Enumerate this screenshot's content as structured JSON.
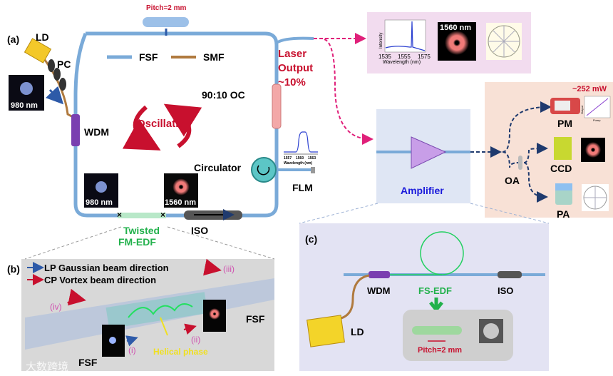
{
  "panel_a": {
    "label": "(a)",
    "ld": "LD",
    "pc": "PC",
    "pump_mode": "980 nm",
    "pitch": "Pitch=2 mm",
    "legend": {
      "fsf": "FSF",
      "smf": "SMF"
    },
    "oscillation": "Oscillation",
    "wdm": "WDM",
    "oc": "90:10 OC",
    "laser_output": [
      "Laser",
      "Output",
      "~10%"
    ],
    "circulator": "Circulator",
    "flm": "FLM",
    "flm_spectrum": {
      "ticks": [
        "1557",
        "1560",
        "1563"
      ],
      "xlabel": "Wavelength (nm)"
    },
    "mode_980": "980 nm",
    "mode_1560": "1560 nm",
    "edf": [
      "Twisted",
      "FM-EDF"
    ],
    "iso": "ISO"
  },
  "output_box": {
    "spectrum": {
      "ylabel": "Intensity",
      "ticks": [
        "1535",
        "1555",
        "1575"
      ],
      "xlabel": "Wavelength (nm)"
    },
    "mode": "1560 nm"
  },
  "amplifier": {
    "label": "Amplifier"
  },
  "measurement": {
    "power": "~252 mW",
    "pm": "PM",
    "pm_plot": {
      "ylabel": "Output",
      "xlabel": "Pump"
    },
    "oa": "OA",
    "ccd": "CCD",
    "pa": "PA"
  },
  "panel_b": {
    "label": "(b)",
    "legend_lp": "LP Gaussian beam direction",
    "legend_cp": "CP Vortex beam direction",
    "marks": [
      "(i)",
      "(ii)",
      "(iii)",
      "(iv)"
    ],
    "helical": "Helical phase",
    "fsf_left": "FSF",
    "fsf_right": "FSF"
  },
  "panel_c": {
    "label": "(c)",
    "wdm": "WDM",
    "fs_edf": "FS-EDF",
    "iso": "ISO",
    "ld": "LD",
    "pitch": "Pitch=2 mm"
  },
  "watermark": "大数跨境",
  "colors": {
    "fiber": "#7aaad8",
    "red": "#c8102e",
    "green": "#22b14c",
    "blue": "#1a1adb",
    "magenta": "#e0207a",
    "navy": "#1f3a6e"
  }
}
